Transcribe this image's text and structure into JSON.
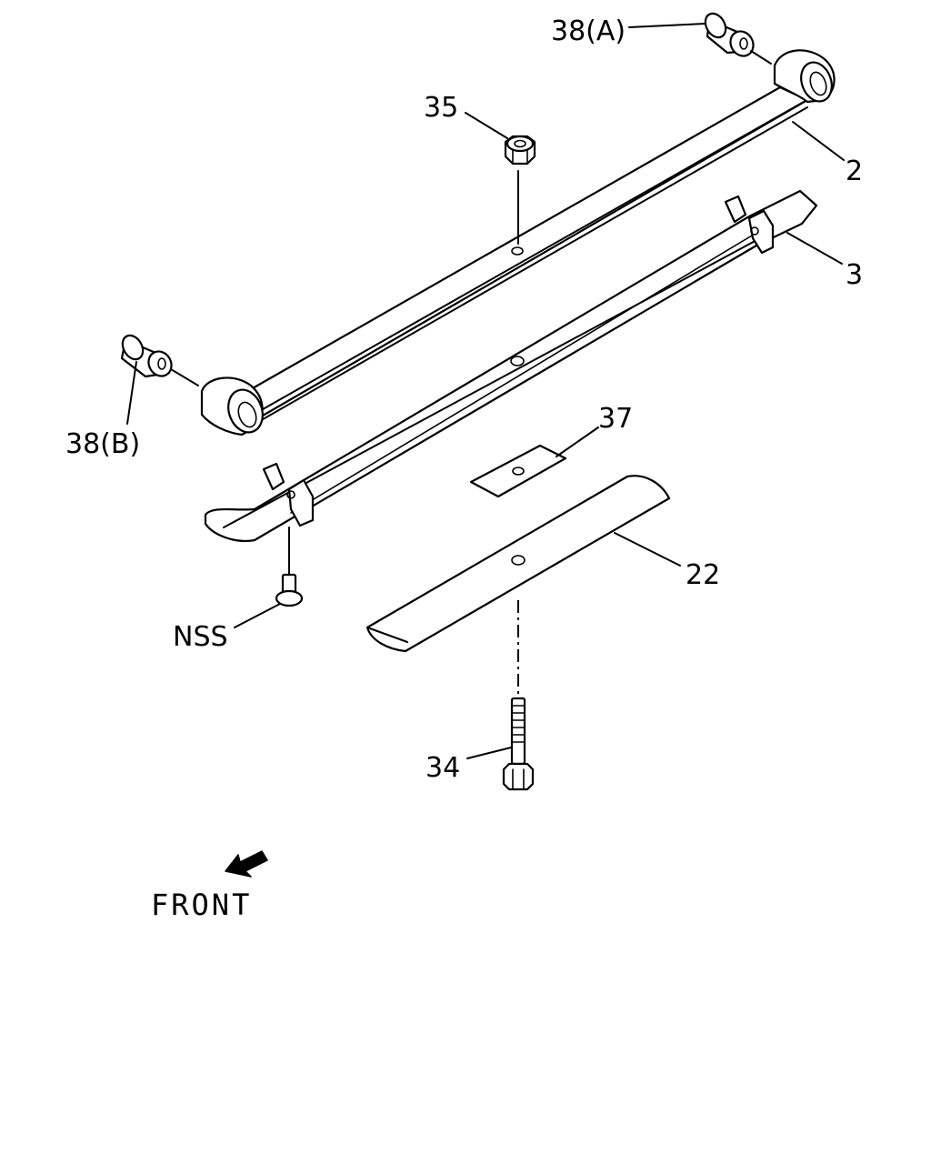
{
  "callouts": {
    "bushing_a": "38(A)",
    "nut": "35",
    "main_leaf": "2",
    "second_leaf": "3",
    "bushing_b": "38(B)",
    "pad": "37",
    "helper_leaf": "22",
    "nss": "NSS",
    "center_bolt": "34"
  },
  "direction": {
    "label": "FRONT",
    "icon": "arrow-down-left-icon"
  },
  "colors": {
    "line": "#000000",
    "background": "#ffffff"
  }
}
